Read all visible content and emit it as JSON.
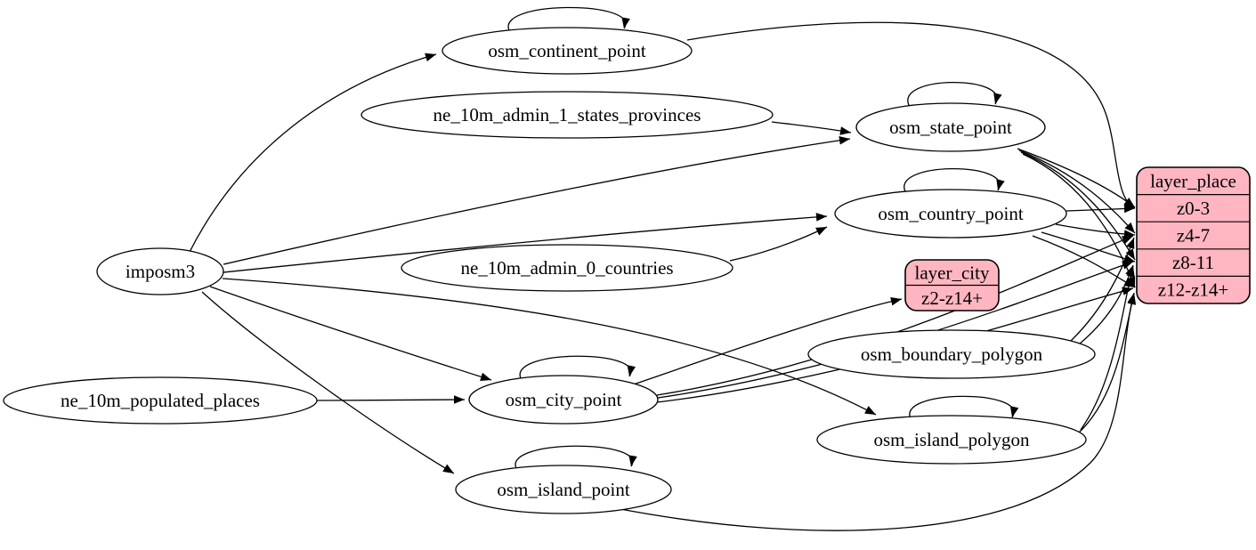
{
  "diagram": {
    "colors": {
      "background": "#ffffff",
      "node_fill": "#ffffff",
      "node_stroke": "#000000",
      "record_fill": "#ffb6c1",
      "edge": "#000000"
    },
    "nodes": [
      {
        "id": "imposm3",
        "label": "imposm3",
        "self_loop": false
      },
      {
        "id": "osm_continent_point",
        "label": "osm_continent_point",
        "self_loop": true
      },
      {
        "id": "ne_10m_admin_1_states_provinces",
        "label": "ne_10m_admin_1_states_provinces",
        "self_loop": false
      },
      {
        "id": "osm_state_point",
        "label": "osm_state_point",
        "self_loop": true
      },
      {
        "id": "osm_country_point",
        "label": "osm_country_point",
        "self_loop": true
      },
      {
        "id": "ne_10m_admin_0_countries",
        "label": "ne_10m_admin_0_countries",
        "self_loop": false
      },
      {
        "id": "osm_boundary_polygon",
        "label": "osm_boundary_polygon",
        "self_loop": false
      },
      {
        "id": "osm_island_polygon",
        "label": "osm_island_polygon",
        "self_loop": true
      },
      {
        "id": "ne_10m_populated_places",
        "label": "ne_10m_populated_places",
        "self_loop": false
      },
      {
        "id": "osm_city_point",
        "label": "osm_city_point",
        "self_loop": true
      },
      {
        "id": "osm_island_point",
        "label": "osm_island_point",
        "self_loop": true
      }
    ],
    "records": [
      {
        "id": "layer_city",
        "title": "layer_city",
        "rows": [
          "z2-z14+"
        ]
      },
      {
        "id": "layer_place",
        "title": "layer_place",
        "rows": [
          "z0-3",
          "z4-7",
          "z8-11",
          "z12-z14+"
        ]
      }
    ],
    "edges": [
      {
        "from": "imposm3",
        "to": "osm_continent_point"
      },
      {
        "from": "imposm3",
        "to": "osm_state_point"
      },
      {
        "from": "imposm3",
        "to": "osm_country_point"
      },
      {
        "from": "imposm3",
        "to": "osm_city_point"
      },
      {
        "from": "imposm3",
        "to": "osm_island_point"
      },
      {
        "from": "imposm3",
        "to": "osm_island_polygon"
      },
      {
        "from": "ne_10m_admin_1_states_provinces",
        "to": "osm_state_point"
      },
      {
        "from": "ne_10m_admin_0_countries",
        "to": "osm_country_point"
      },
      {
        "from": "ne_10m_populated_places",
        "to": "osm_city_point"
      },
      {
        "from": "osm_continent_point",
        "to": "osm_continent_point",
        "self": true
      },
      {
        "from": "osm_state_point",
        "to": "osm_state_point",
        "self": true
      },
      {
        "from": "osm_country_point",
        "to": "osm_country_point",
        "self": true
      },
      {
        "from": "osm_city_point",
        "to": "osm_city_point",
        "self": true
      },
      {
        "from": "osm_island_point",
        "to": "osm_island_point",
        "self": true
      },
      {
        "from": "osm_island_polygon",
        "to": "osm_island_polygon",
        "self": true
      },
      {
        "from": "osm_continent_point",
        "to": "layer_place",
        "row": "z0-3"
      },
      {
        "from": "osm_state_point",
        "to": "layer_place",
        "row": "z0-3"
      },
      {
        "from": "osm_state_point",
        "to": "layer_place",
        "row": "z4-7"
      },
      {
        "from": "osm_state_point",
        "to": "layer_place",
        "row": "z8-11"
      },
      {
        "from": "osm_state_point",
        "to": "layer_place",
        "row": "z12-z14+"
      },
      {
        "from": "osm_country_point",
        "to": "layer_place",
        "row": "z0-3"
      },
      {
        "from": "osm_country_point",
        "to": "layer_place",
        "row": "z4-7"
      },
      {
        "from": "osm_country_point",
        "to": "layer_place",
        "row": "z8-11"
      },
      {
        "from": "osm_country_point",
        "to": "layer_place",
        "row": "z12-z14+"
      },
      {
        "from": "osm_city_point",
        "to": "layer_city",
        "row": "z2-z14+"
      },
      {
        "from": "osm_city_point",
        "to": "layer_place",
        "row": "z4-7"
      },
      {
        "from": "osm_city_point",
        "to": "layer_place",
        "row": "z8-11"
      },
      {
        "from": "osm_city_point",
        "to": "layer_place",
        "row": "z12-z14+"
      },
      {
        "from": "osm_boundary_polygon",
        "to": "layer_place",
        "row": "z4-7"
      },
      {
        "from": "osm_boundary_polygon",
        "to": "layer_place",
        "row": "z8-11"
      },
      {
        "from": "osm_island_polygon",
        "to": "layer_place",
        "row": "z8-11"
      },
      {
        "from": "osm_island_polygon",
        "to": "layer_place",
        "row": "z12-z14+"
      },
      {
        "from": "osm_island_point",
        "to": "layer_place",
        "row": "z12-z14+"
      }
    ]
  }
}
